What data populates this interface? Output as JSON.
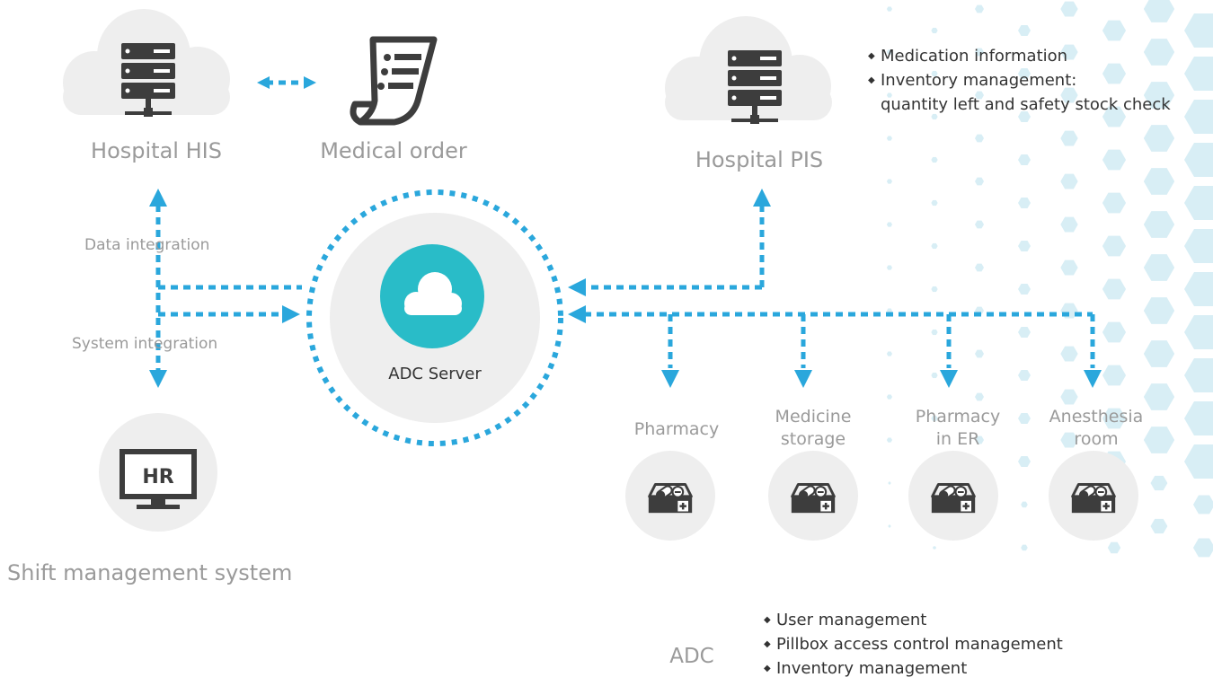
{
  "nodes": {
    "his": "Hospital HIS",
    "medical_order": "Medical order",
    "pis": "Hospital PIS",
    "adc_server": "ADC Server",
    "hr_screen": "HR",
    "shift": "Shift management system",
    "pharmacy": "Pharmacy",
    "medicine_storage": [
      "Medicine",
      "storage"
    ],
    "pharmacy_er": [
      "Pharmacy",
      "in ER"
    ],
    "anesthesia": [
      "Anesthesia",
      "room"
    ]
  },
  "edges": {
    "data_integration": "Data integration",
    "system_integration": "System integration"
  },
  "pis_features": [
    "Medication information",
    "Inventory management:",
    "quantity left and safety stock check"
  ],
  "adc": {
    "title": "ADC",
    "features": [
      "User management",
      "Pillbox access control management",
      "Inventory management"
    ]
  },
  "colors": {
    "accent": "#2aa7dc",
    "teal": "#29bcc8",
    "icon_dark": "#3d3d3d",
    "circle_bg": "#eeeeee",
    "cloud_bg": "#eeeeee",
    "label_gray": "#9a9a9a",
    "hex_pattern": "#d8eef5"
  },
  "icons": {
    "server": "server-rack-icon",
    "document": "document-list-icon",
    "cloud": "cloud-icon",
    "monitor": "monitor-icon",
    "medicine_box": "medicine-box-icon"
  }
}
